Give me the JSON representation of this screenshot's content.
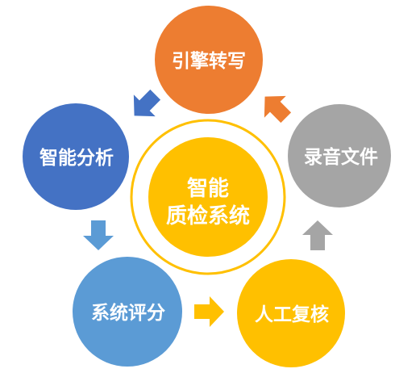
{
  "center": {
    "line1": "智能",
    "line2": "质检系统",
    "color": "#FFC000",
    "ring_color": "#FFC000"
  },
  "nodes": [
    {
      "label": "引擎转写",
      "color": "#ED7D31"
    },
    {
      "label": "录音文件",
      "color": "#A5A5A5"
    },
    {
      "label": "人工复核",
      "color": "#FFC000"
    },
    {
      "label": "系统评分",
      "color": "#5B9BD5"
    },
    {
      "label": "智能分析",
      "color": "#4472C4"
    }
  ],
  "edges": [
    {
      "from": 1,
      "to": 0,
      "color": "#ED7D31"
    },
    {
      "from": 0,
      "to": 4,
      "color": "#4472C4"
    },
    {
      "from": 4,
      "to": 3,
      "color": "#5B9BD5"
    },
    {
      "from": 3,
      "to": 2,
      "color": "#FFC000"
    },
    {
      "from": 2,
      "to": 1,
      "color": "#A5A5A5"
    }
  ]
}
